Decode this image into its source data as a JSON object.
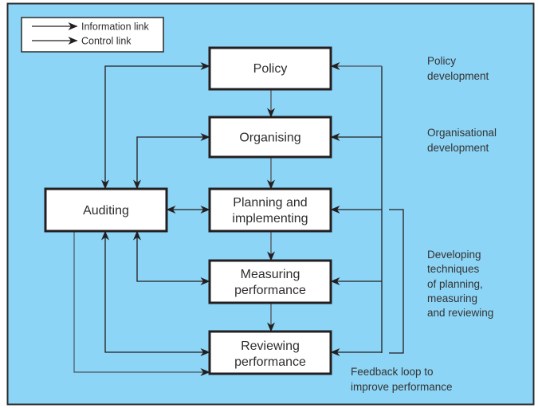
{
  "colors": {
    "background": "#8dd5f6",
    "box_fill": "#ffffff",
    "stroke": "#231f20",
    "text": "#2e2e2e"
  },
  "legend": {
    "items": [
      {
        "label": "Information link",
        "icon": "arrow-right-icon"
      },
      {
        "label": "Control link",
        "icon": "arrow-right-icon"
      }
    ]
  },
  "nodes": {
    "policy": {
      "lines": [
        "Policy"
      ]
    },
    "organising": {
      "lines": [
        "Organising"
      ]
    },
    "planning": {
      "lines": [
        "Planning and",
        "implementing"
      ]
    },
    "measuring": {
      "lines": [
        "Measuring",
        "performance"
      ]
    },
    "reviewing": {
      "lines": [
        "Reviewing",
        "performance"
      ]
    },
    "auditing": {
      "lines": [
        "Auditing"
      ]
    }
  },
  "annotations": {
    "policy_development": {
      "lines": [
        "Policy",
        "development"
      ]
    },
    "organisational_development": {
      "lines": [
        "Organisational",
        "development"
      ]
    },
    "developing_techniques": {
      "lines": [
        "Developing",
        "techniques",
        "of planning,",
        "measuring",
        "and reviewing"
      ]
    },
    "feedback_loop": {
      "lines": [
        "Feedback loop to",
        "improve performance"
      ]
    }
  }
}
